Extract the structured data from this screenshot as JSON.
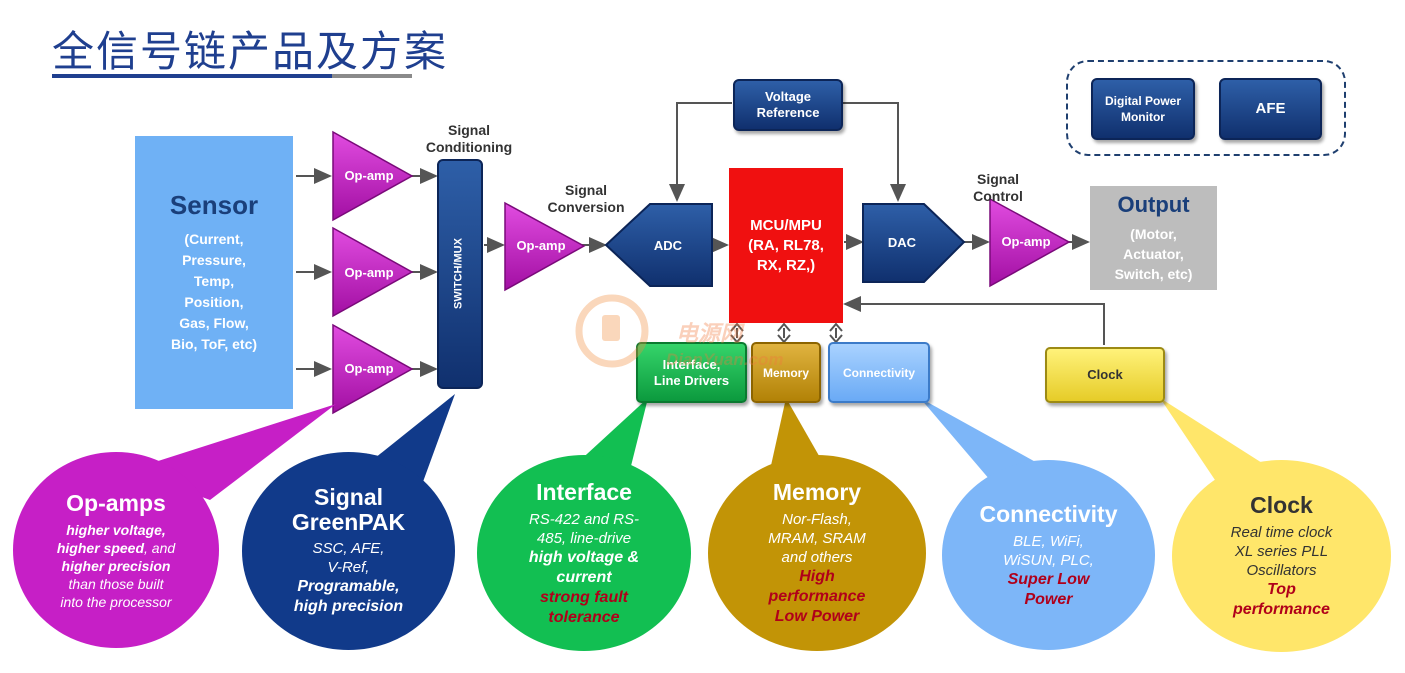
{
  "page": {
    "title": "全信号链产品及方案"
  },
  "colors": {
    "navy": "#10306e",
    "magenta": "#c61fc6",
    "green": "#12bf52",
    "gold": "#c29406",
    "sky": "#7db6f8",
    "yellow": "#ffe66a",
    "red": "#f01010"
  },
  "labels": {
    "signal_conditioning": "Signal\nConditioning",
    "signal_conversion": "Signal\nConversion",
    "signal_control": "Signal\nControl"
  },
  "blocks": {
    "sensor_title": "Sensor",
    "sensor_sub": "(Current,\nPressure,\nTemp,\nPosition,\nGas, Flow,\nBio, ToF, etc)",
    "opamp": "Op-amp",
    "switch_mux": "SWITCH/MUX",
    "adc": "ADC",
    "dac": "DAC",
    "voltage_reference": "Voltage\nReference",
    "mcu": "MCU/MPU\n(RA, RL78,\nRX, RZ,)",
    "output_title": "Output",
    "output_sub": "(Motor,\nActuator,\nSwitch, etc)",
    "digital_power_monitor": "Digital Power\nMonitor",
    "afe": "AFE",
    "interface": "Interface,\nLine Drivers",
    "memory": "Memory",
    "connectivity": "Connectivity",
    "clock": "Clock"
  },
  "callouts": {
    "opamps": {
      "title": "Op-amps",
      "l1": "higher voltage,",
      "l2": "higher speed",
      "l2b": ", and",
      "l3": "higher precision",
      "l4": "than those built\ninto the processor"
    },
    "greenpak": {
      "title": "Signal\nGreenPAK",
      "body": "SSC, AFE,\nV-Ref,",
      "em": "Programable,\nhigh precision"
    },
    "interface": {
      "title": "Interface",
      "body": "RS-422 and RS-\n485, line-drive",
      "em": "high voltage &\ncurrent",
      "red": "strong fault\ntolerance"
    },
    "memory": {
      "title": "Memory",
      "body": "Nor-Flash,\nMRAM, SRAM\nand others",
      "red": "High\nperformance\nLow Power"
    },
    "connectivity": {
      "title": "Connectivity",
      "body": "BLE, WiFi,\nWiSUN, PLC,",
      "red": "Super Low\nPower"
    },
    "clock": {
      "title": "Clock",
      "body": "Real time clock\nXL series PLL\nOscillators",
      "red": "Top\nperformance"
    }
  },
  "watermark": {
    "cn": "电源网",
    "en": "DianYuan.com"
  }
}
